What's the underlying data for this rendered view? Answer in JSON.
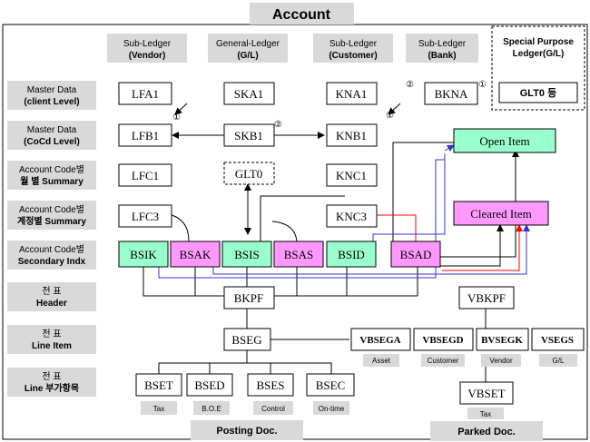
{
  "title": "Account",
  "columns": {
    "vendor": {
      "line1": "Sub-Ledger",
      "line2": "(Vendor)"
    },
    "gl": {
      "line1": "General-Ledger",
      "line2": "(G/L)"
    },
    "customer": {
      "line1": "Sub-Ledger",
      "line2": "(Customer)"
    },
    "bank": {
      "line1": "Sub-Ledger",
      "line2": "(Bank)"
    }
  },
  "special_purpose": {
    "line1": "Special Purpose",
    "line2": "Ledger(G/L)",
    "box": "GLT0 등"
  },
  "rows": [
    {
      "line1": "Master   Data",
      "line2": "(client  Level)"
    },
    {
      "line1": "Master   Data",
      "line2": "(CoCd  Level)"
    },
    {
      "line1": "Account Code별",
      "line2": "월  별  Summary"
    },
    {
      "line1": "Account Code별",
      "line2": "계정별 Summary"
    },
    {
      "line1": "Account Code별",
      "line2": "Secondary  Indx"
    },
    {
      "line1": "전    표",
      "line2": "Header"
    },
    {
      "line1": "전    표",
      "line2": "Line Item"
    },
    {
      "line1": "전    표",
      "line2": "Line 부가항목"
    }
  ],
  "tables": {
    "lfa1": "LFA1",
    "ska1": "SKA1",
    "kna1": "KNA1",
    "bkna": "BKNA",
    "lfb1": "LFB1",
    "skb1": "SKB1",
    "knb1": "KNB1",
    "lfc1": "LFC1",
    "glt0": "GLT0",
    "knc1": "KNC1",
    "lfc3": "LFC3",
    "knc3": "KNC3",
    "bsik": "BSIK",
    "bsak": "BSAK",
    "bsis": "BSIS",
    "bsas": "BSAS",
    "bsid": "BSID",
    "bsad": "BSAD",
    "bkpf": "BKPF",
    "vbkpf": "VBKPF",
    "bseg": "BSEG",
    "vbsega": "VBSEGA",
    "vbsegd": "VBSEGD",
    "bvsegk": "BVSEGK",
    "vsegs": "VSEGS",
    "bset": "BSET",
    "bsed": "BSED",
    "bses": "BSES",
    "bsec": "BSEC",
    "vbset": "VBSET"
  },
  "open_item": "Open Item",
  "cleared_item": "Cleared  Item",
  "markers": {
    "m1a": "①",
    "m2a": "②",
    "m1b": "①",
    "m2b": "②",
    "m1c": "①"
  },
  "sub_labels": {
    "tax": "Tax",
    "boe": "B.O.E",
    "control": "Control",
    "ontime": "On-time",
    "asset": "Asset",
    "customer": "Customer",
    "vendor": "Vendor",
    "gl": "G/L",
    "vtax": "Tax"
  },
  "footer": {
    "posting": "Posting Doc.",
    "parked": "Parked Doc."
  },
  "colors": {
    "green": "#99ffcc",
    "pink": "#ff99ff",
    "gray": "#d9d9d9",
    "blue": "#3333cc",
    "red": "#ff0000"
  }
}
